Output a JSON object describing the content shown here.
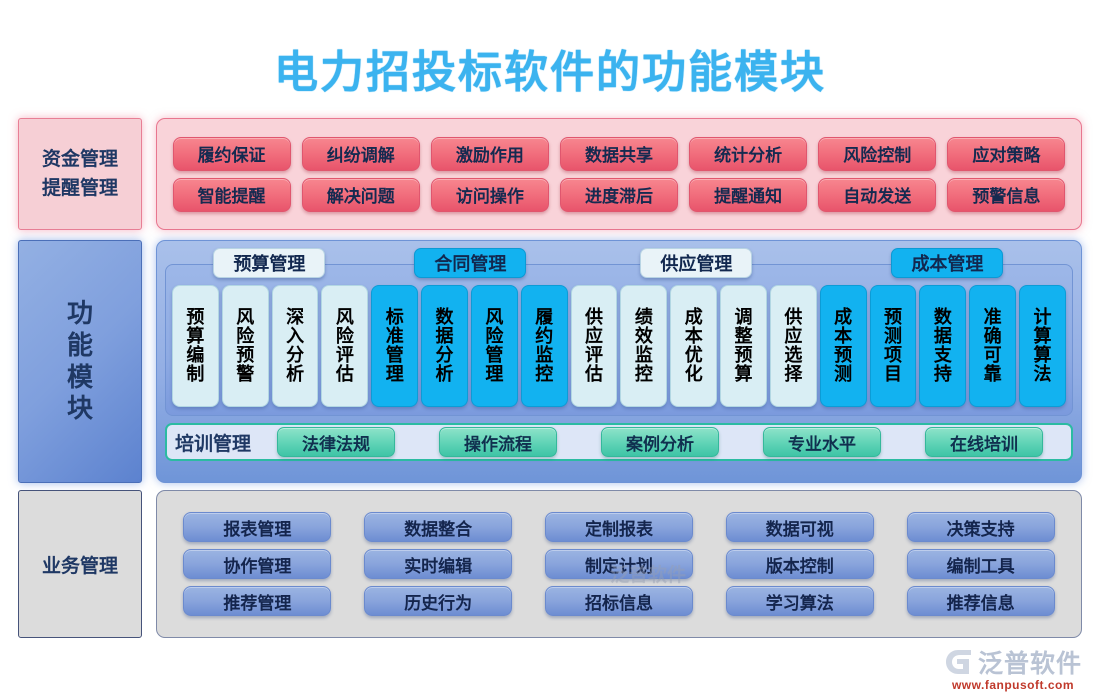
{
  "title": "电力招投标软件的功能模块",
  "theme": {
    "title_color": "#3bb3ef",
    "pink_accent": "#e8546b",
    "blue_accent": "#12b2f0",
    "teal_accent": "#3ec4a6",
    "periwinkle": "#89a4dc"
  },
  "sections": {
    "funds": {
      "side_line1": "资金管理",
      "side_line2": "提醒管理",
      "row1": [
        "履约保证",
        "纠纷调解",
        "激励作用",
        "数据共享",
        "统计分析",
        "风险控制",
        "应对策略"
      ],
      "row2": [
        "智能提醒",
        "解决问题",
        "访问操作",
        "进度滞后",
        "提醒通知",
        "自动发送",
        "预警信息"
      ]
    },
    "module": {
      "side_label": "功能模块",
      "group_headers": [
        {
          "label": "预算管理",
          "style": "light"
        },
        {
          "label": "合同管理",
          "style": "bright"
        },
        {
          "label": "供应管理",
          "style": "light"
        },
        {
          "label": "成本管理",
          "style": "bright"
        }
      ],
      "cells": [
        {
          "label": "预算编制",
          "style": "light"
        },
        {
          "label": "风险预警",
          "style": "light"
        },
        {
          "label": "深入分析",
          "style": "light"
        },
        {
          "label": "风险评估",
          "style": "light"
        },
        {
          "label": "标准管理",
          "style": "bright"
        },
        {
          "label": "数据分析",
          "style": "bright"
        },
        {
          "label": "风险管理",
          "style": "bright"
        },
        {
          "label": "履约监控",
          "style": "bright"
        },
        {
          "label": "供应评估",
          "style": "light"
        },
        {
          "label": "绩效监控",
          "style": "light"
        },
        {
          "label": "成本优化",
          "style": "light"
        },
        {
          "label": "调整预算",
          "style": "light"
        },
        {
          "label": "供应选择",
          "style": "light"
        },
        {
          "label": "成本预测",
          "style": "bright"
        },
        {
          "label": "预测项目",
          "style": "bright"
        },
        {
          "label": "数据支持",
          "style": "bright"
        },
        {
          "label": "准确可靠",
          "style": "bright"
        },
        {
          "label": "计算算法",
          "style": "bright"
        }
      ],
      "training_label": "培训管理",
      "training_items": [
        "法律法规",
        "操作流程",
        "案例分析",
        "专业水平",
        "在线培训"
      ]
    },
    "business": {
      "side_label": "业务管理",
      "row1": [
        "报表管理",
        "数据整合",
        "定制报表",
        "数据可视",
        "决策支持"
      ],
      "row2": [
        "协作管理",
        "实时编辑",
        "制定计划",
        "版本控制",
        "编制工具"
      ],
      "row3": [
        "推荐管理",
        "历史行为",
        "招标信息",
        "学习算法",
        "推荐信息"
      ]
    }
  },
  "watermark": "泛普软件",
  "logo": {
    "name": "泛普软件",
    "url": "www.fanpusoft.com"
  }
}
